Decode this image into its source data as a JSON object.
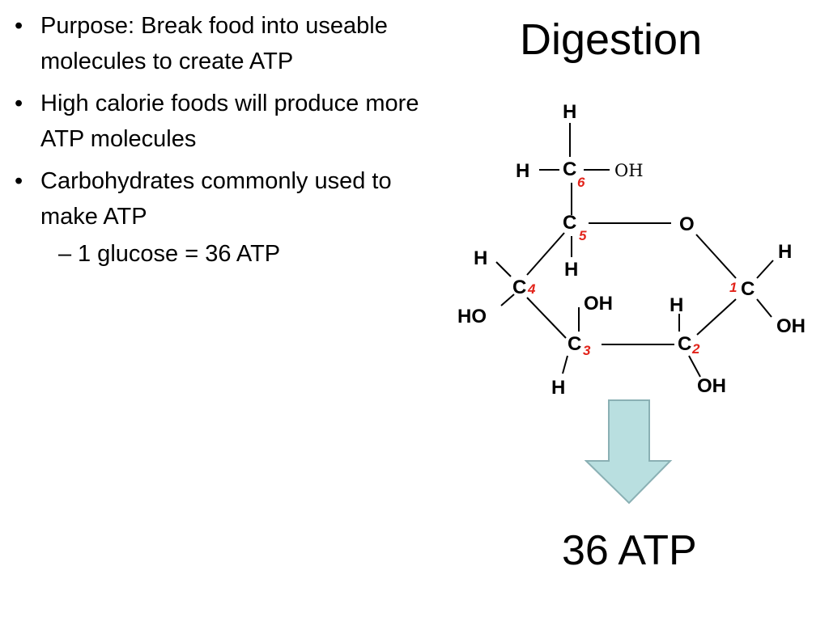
{
  "slide": {
    "title": "Digestion",
    "bullets": [
      {
        "marker": "•",
        "text": "Purpose: Break food into useable molecules to create ATP"
      },
      {
        "marker": "•",
        "text": "High calorie foods will produce more ATP molecules"
      },
      {
        "marker": "•",
        "text": "Carbohydrates commonly used to make ATP"
      }
    ],
    "sub_bullet": {
      "marker": "–",
      "text": "1 glucose = 36 ATP"
    },
    "result": "36 ATP"
  },
  "molecule": {
    "atoms": {
      "h_top": "H",
      "h_c6_left": "H",
      "c6": "C",
      "oh_c6": "OH",
      "c5": "C",
      "h_c5": "H",
      "o_ring": "O",
      "h_c4": "H",
      "c4": "C",
      "ho_c4": "HO",
      "h_c1": "H",
      "c1": "C",
      "oh_c1": "OH",
      "oh_c3": "OH",
      "c3": "C",
      "h_c3": "H",
      "h_c2": "H",
      "c2": "C",
      "oh_c2": "OH"
    },
    "numbers": {
      "n1": "1",
      "n2": "2",
      "n3": "3",
      "n4": "4",
      "n5": "5",
      "n6": "6"
    }
  },
  "colors": {
    "carbon_number": "#e2231a",
    "arrow_fill": "#b9dfe0",
    "arrow_stroke": "#8ab0b4"
  },
  "icons": {
    "arrow": "down-arrow-icon"
  }
}
